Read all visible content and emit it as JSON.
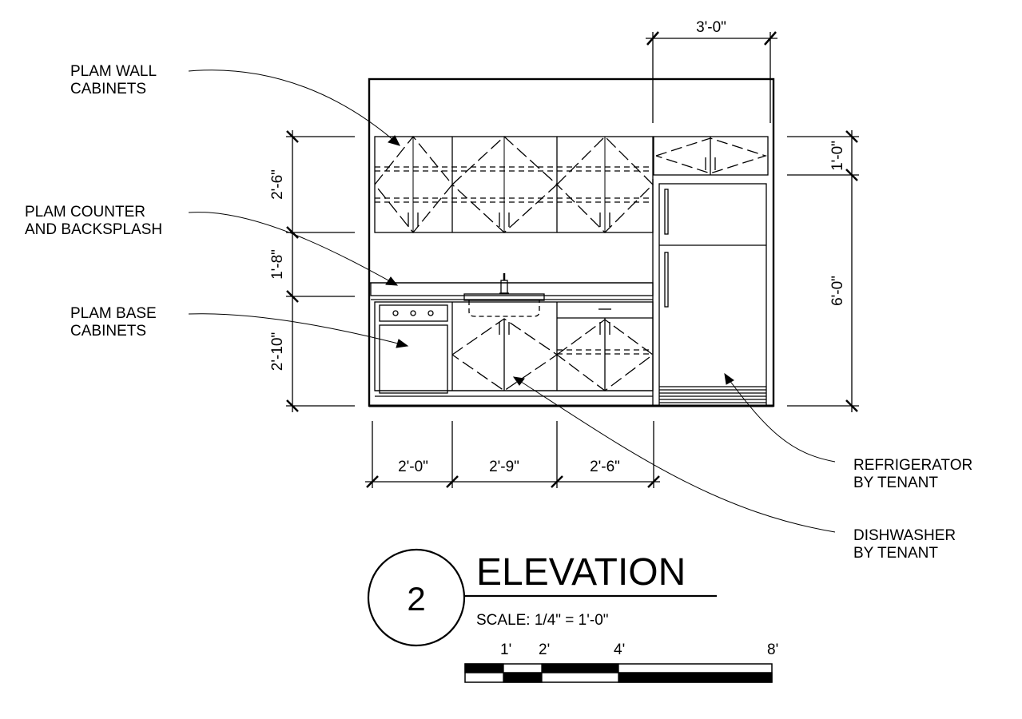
{
  "notes": {
    "wall_cabinets": [
      "PLAM WALL",
      "CABINETS"
    ],
    "counter": [
      "PLAM COUNTER",
      "AND BACKSPLASH"
    ],
    "base_cabinets": [
      "PLAM BASE",
      "CABINETS"
    ],
    "refrigerator": [
      "REFRIGERATOR",
      "BY TENANT"
    ],
    "dishwasher": [
      "DISHWASHER",
      "BY TENANT"
    ]
  },
  "dimensions": {
    "top_width": "3'-0\"",
    "wall_cab_height": "2'-6\"",
    "counter_gap": "1'-8\"",
    "base_height": "2'-10\"",
    "upper_right": "1'-0\"",
    "fridge_height": "6'-0\"",
    "bottom": [
      "2'-0\"",
      "2'-9\"",
      "2'-6\""
    ]
  },
  "title_block": {
    "number": "2",
    "title": "ELEVATION",
    "scale": "SCALE: 1/4\" = 1'-0\"",
    "bar_labels": [
      "1'",
      "2'",
      "4'",
      "8'"
    ]
  }
}
